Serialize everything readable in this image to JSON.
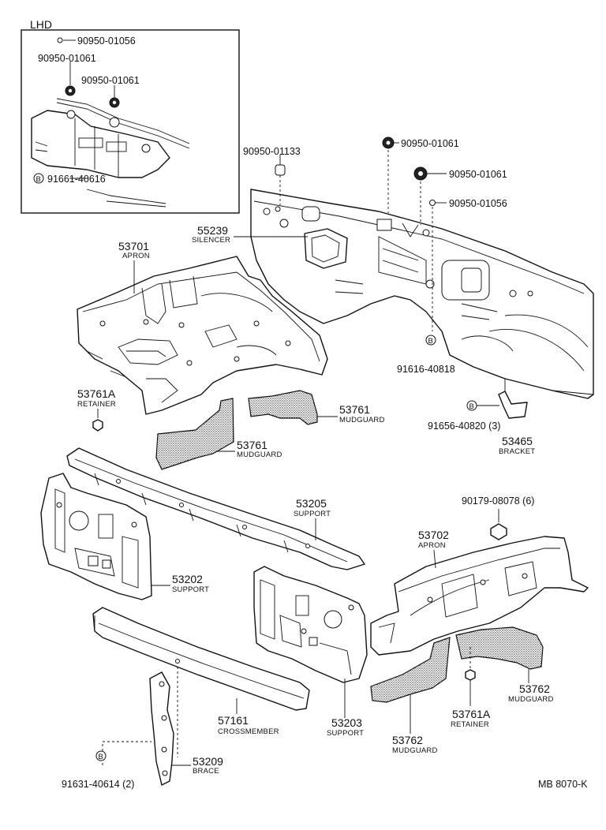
{
  "inset": {
    "title": "LHD",
    "labels": {
      "p1": "90950-01056",
      "p2": "90950-01061",
      "p3": "90950-01061",
      "p4": "91661-40616",
      "p4_marker": "B"
    }
  },
  "parts": {
    "p_90950_01133": "90950-01133",
    "p_90950_01061_a": "90950-01061",
    "p_90950_01061_b": "90950-01061",
    "p_90950_01056": "90950-01056",
    "p_55239": "55239",
    "p_55239_name": "SILENCER",
    "p_53701": "53701",
    "p_53701_name": "APRON",
    "p_91616_40818": "91616-40818",
    "p_91616_marker": "B",
    "p_53761A_l": "53761A",
    "p_53761A_l_name": "RETAINER",
    "p_53761_r": "53761",
    "p_53761_r_name": "MUDGUARD",
    "p_53761_l": "53761",
    "p_53761_l_name": "MUDGUARD",
    "p_91656_40820": "91656-40820 (3)",
    "p_91656_marker": "B",
    "p_53465": "53465",
    "p_53465_name": "BRACKET",
    "p_53205": "53205",
    "p_53205_name": "SUPPORT",
    "p_90179_08078": "90179-08078 (6)",
    "p_53702": "53702",
    "p_53702_name": "APRON",
    "p_53202": "53202",
    "p_53202_name": "SUPPORT",
    "p_57161": "57161",
    "p_57161_name": "CROSSMEMBER",
    "p_53203": "53203",
    "p_53203_name": "SUPPORT",
    "p_53762_r": "53762",
    "p_53762_r_name": "MUDGUARD",
    "p_53761A_r": "53761A",
    "p_53761A_r_name": "RETAINER",
    "p_53762_c": "53762",
    "p_53762_c_name": "MUDGUARD",
    "p_53209": "53209",
    "p_53209_name": "BRACE",
    "p_91631_40614": "91631-40614 (2)",
    "p_91631_marker": "B",
    "ref_code": "MB 8070-K"
  }
}
